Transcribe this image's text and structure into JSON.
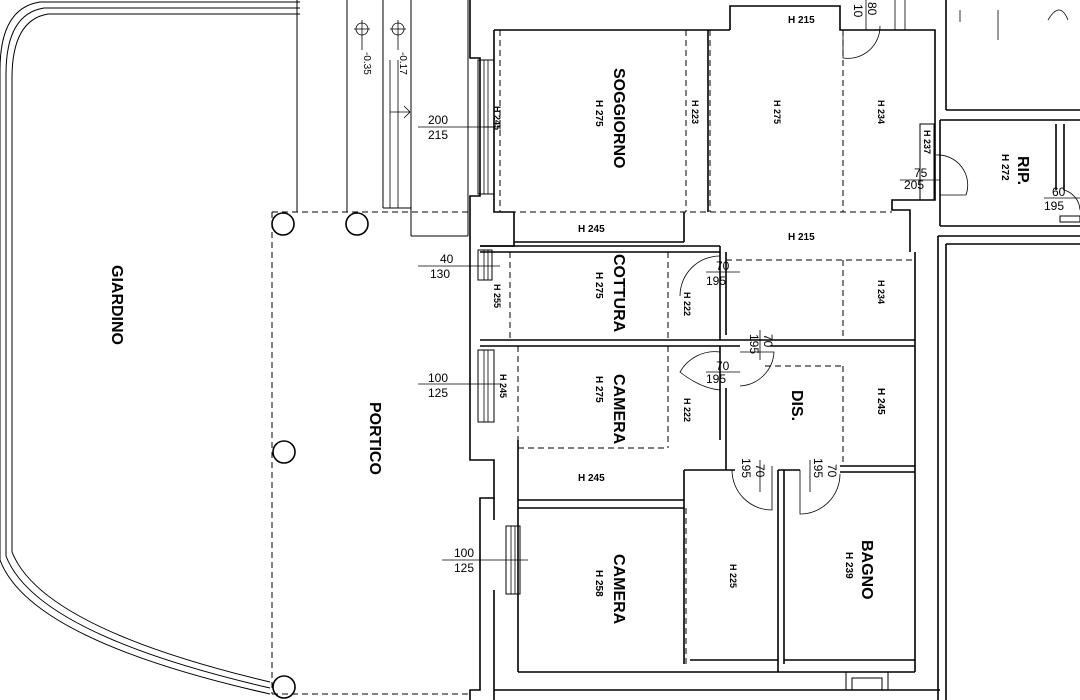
{
  "rooms": {
    "soggiorno": "SOGGIORNO",
    "cottura": "COTTURA",
    "camera1": "CAMERA",
    "camera2": "CAMERA",
    "dis": "DIS.",
    "bagno": "BAGNO",
    "rip": "RIP.",
    "portico": "PORTICO",
    "giardino": "GIARDINO"
  },
  "heights": {
    "soggiorno": "H 275",
    "cottura": "H 275",
    "camera1": "H 275",
    "camera2": "H 258",
    "bagno": "H 239",
    "rip": "H 272",
    "win_soggiorno": "H 245",
    "win_cottura": "H 255",
    "win_camera": "H 245",
    "h223": "H 223",
    "h275b": "H 275",
    "h234a": "H 234",
    "h234b": "H 234",
    "h237": "H 237",
    "h215_top": "H 215",
    "h215_mid": "H 215",
    "h245_a": "H 245",
    "h245_b": "H 245",
    "h245_c": "H 245",
    "h222_a": "H 222",
    "h222_b": "H 222",
    "h225": "H 225"
  },
  "openings": {
    "w1_top": "200",
    "w1_bot": "215",
    "w2_top": "40",
    "w2_bot": "130",
    "w3_top": "100",
    "w3_bot": "125",
    "w4_top": "100",
    "w4_bot": "125",
    "d1_top": "70",
    "d1_bot": "195",
    "d2_top": "70",
    "d2_bot": "195",
    "d3_top": "70",
    "d3_bot": "195",
    "d4_top": "70",
    "d4_bot": "195",
    "d5_top": "70",
    "d5_bot": "195",
    "d6_top": "75",
    "d6_bot": "205",
    "d7_top": "60",
    "d7_bot": "195",
    "d8_top": "80",
    "d8_bot": "10"
  },
  "levels": {
    "l1": "-0.35",
    "l2": "-0.17"
  }
}
